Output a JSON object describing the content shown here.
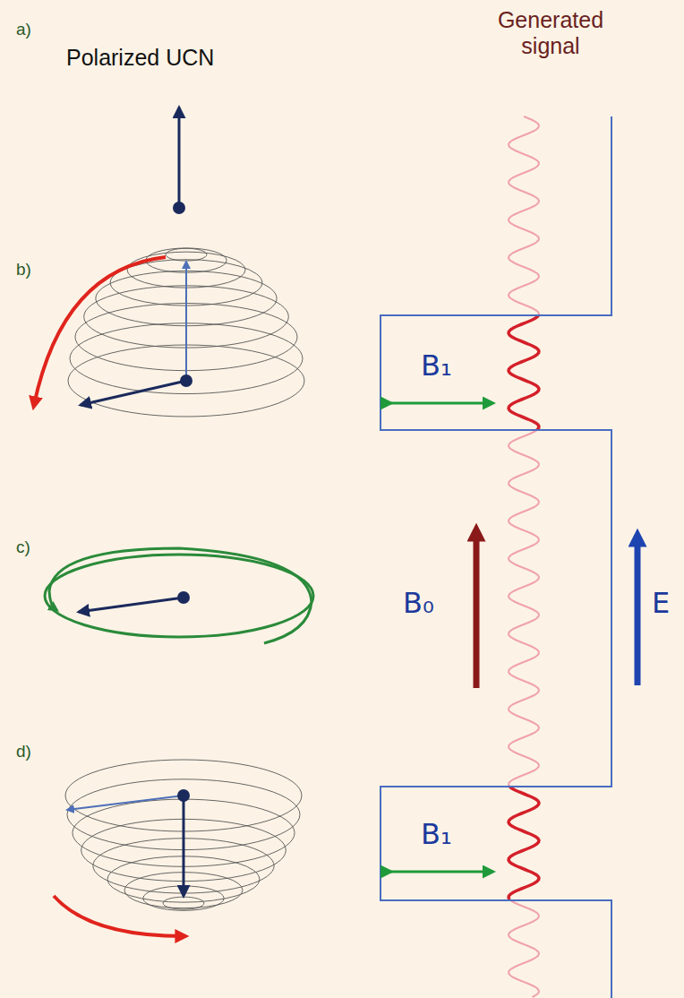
{
  "diagram": {
    "labels": [
      "a)",
      "Polarized UCN",
      "Generated signal",
      "b)",
      "B₁",
      "B₀",
      "E",
      "c)",
      "d)",
      "B₁"
    ]
  }
}
